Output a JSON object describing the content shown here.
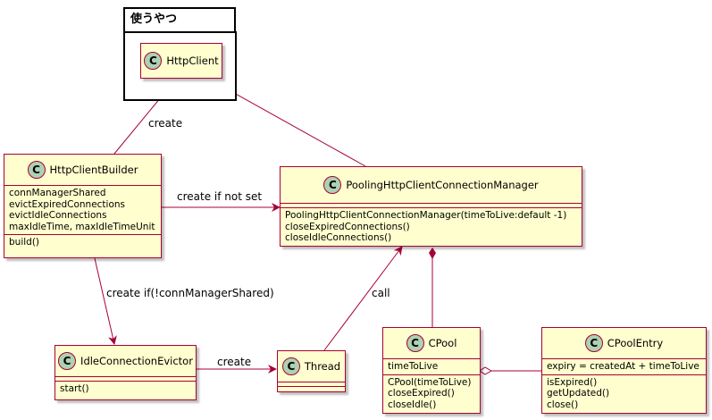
{
  "package": {
    "name": "使うやつ"
  },
  "classes": {
    "httpclient": {
      "stereotype": "C",
      "name": "HttpClient"
    },
    "builder": {
      "stereotype": "C",
      "name": "HttpClientBuilder",
      "fields": [
        "connManagerShared",
        "evictExpiredConnections",
        "evictIdleConnections",
        "maxIdleTime, maxIdleTimeUnit"
      ],
      "methods": [
        "build()"
      ]
    },
    "manager": {
      "stereotype": "C",
      "name": "PoolingHttpClientConnectionManager",
      "methods": [
        "PoolingHttpClientConnectionManager(timeToLive:default -1)",
        "closeExpiredConnections()",
        "closeIdleConnections()"
      ]
    },
    "evictor": {
      "stereotype": "C",
      "name": "IdleConnectionEvictor",
      "methods": [
        "start()"
      ]
    },
    "thread": {
      "stereotype": "C",
      "name": "Thread"
    },
    "cpool": {
      "stereotype": "C",
      "name": "CPool",
      "fields": [
        "timeToLive"
      ],
      "methods": [
        "CPool(timeToLive)",
        "closeExpired()",
        "closeIdle()"
      ]
    },
    "entry": {
      "stereotype": "C",
      "name": "CPoolEntry",
      "fields": [
        "expiry = createdAt + timeToLive"
      ],
      "methods": [
        "isExpired()",
        "getUpdated()",
        "close()"
      ]
    }
  },
  "labels": {
    "create_client": "create",
    "create_if_not_set": "create if not set",
    "create_if_not_shared": "create if(!connManagerShared)",
    "call": "call",
    "create_thread": "create"
  },
  "colors": {
    "line": "#a80036",
    "class_fill": "#fefece",
    "circle_fill": "#add1b2"
  }
}
